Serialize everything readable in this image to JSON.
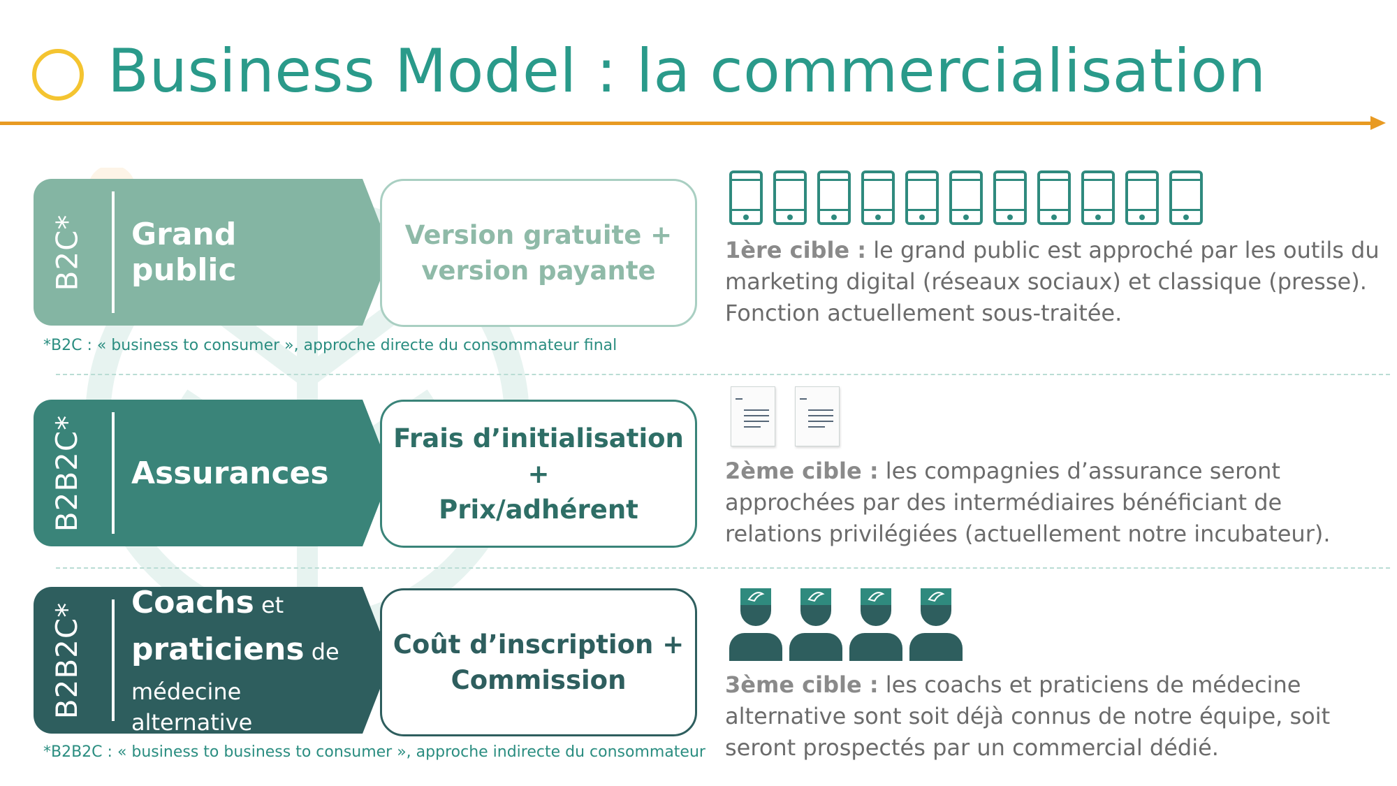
{
  "header": {
    "title": "Business Model : la commercialisation"
  },
  "segments": [
    {
      "tag": "B2C*",
      "label": "Grand public",
      "pricing": "Version gratuite +",
      "pricing_line2": "version payante",
      "target_prefix": "1ère cible :",
      "target_text": " le grand public est approché par les outils du marketing digital (réseaux sociaux) et classique (presse). Fonction actuellement sous-traitée.",
      "note": "*B2C : « business to consumer », approche directe du consommateur final"
    },
    {
      "tag": "B2B2C*",
      "label": "Assurances",
      "pricing": "Frais d’initialisation +",
      "pricing_line2": "Prix/adhérent",
      "target_prefix": "2ème cible :",
      "target_text": " les compagnies d’assurance seront approchées par des intermédiaires bénéficiant de relations privilégiées (actuellement notre incubateur)."
    },
    {
      "tag": "B2B2C*",
      "label_bold_1": "Coachs",
      "label_small_1": " et",
      "label_bold_2": "praticiens",
      "label_small_2": " de",
      "label_small_3": "médecine alternative",
      "pricing": "Coût d’inscription +",
      "pricing_line2": "Commission",
      "target_prefix": "3ème cible :",
      "target_text": " les coachs et praticiens de médecine alternative sont soit déjà connus de notre équipe, soit seront prospectés par un commercial dédié.",
      "note": "*B2B2C : « business to business to consumer », approche indirecte du consommateur"
    }
  ],
  "icons": {
    "phone_count": 11,
    "document_count": 2,
    "person_count": 4
  },
  "colors": {
    "title": "#2a9a8a",
    "accent_line": "#e89a22",
    "circle": "#f4c430",
    "segment1": "#84b5a3",
    "segment2": "#3a8479",
    "segment3": "#2e5e5e"
  }
}
